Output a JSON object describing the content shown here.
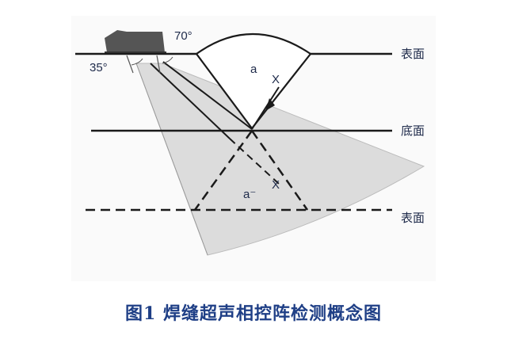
{
  "labels": {
    "angle_70": "70°",
    "angle_35": "35°",
    "point_a": "a",
    "point_a_mirror": "a⁻",
    "top_surface": "表面",
    "bottom_surface": "底面",
    "mirror_surface": "表面"
  },
  "caption": "图1  焊缝超声相控阵检测概念图",
  "colors": {
    "beam_fill": "#dcdcdc",
    "line": "#1a1a1a",
    "probe": "#555555",
    "caption": "#1f3f86"
  },
  "icons": {
    "probe": "probe-block-icon",
    "defect": "x-mark-icon"
  }
}
